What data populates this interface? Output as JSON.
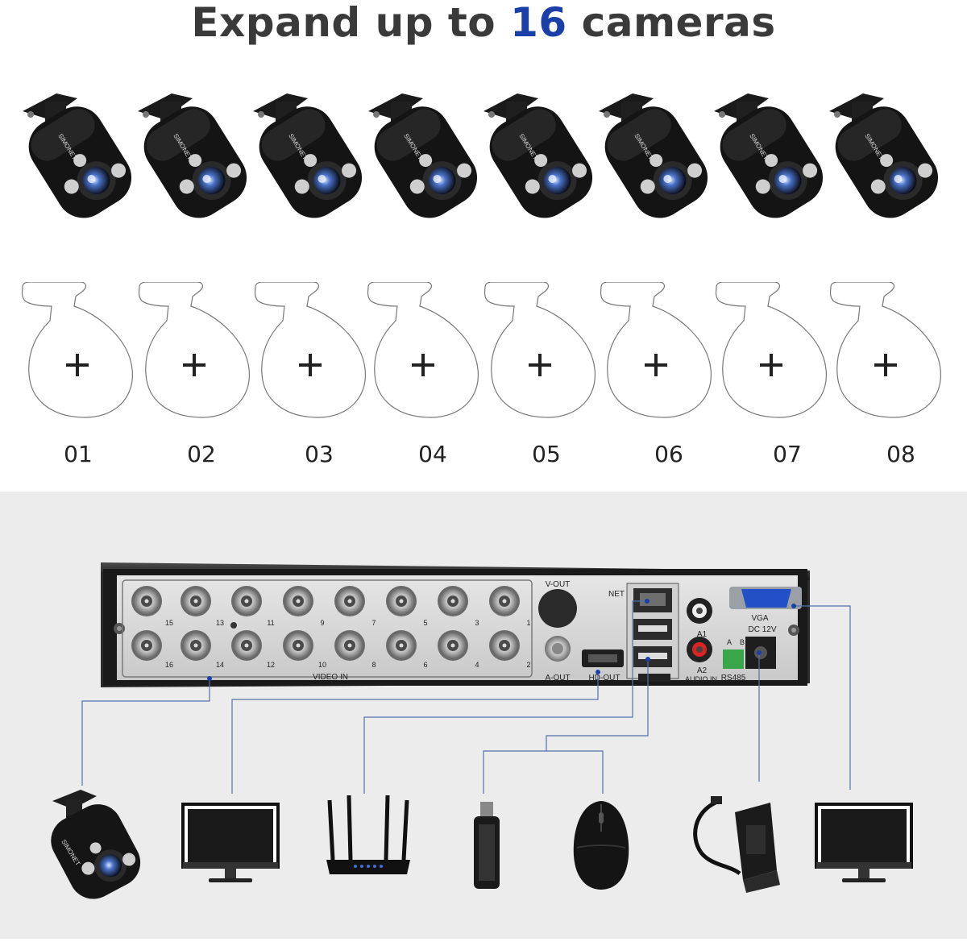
{
  "headline": {
    "prefix": "Expand up to ",
    "count": "16",
    "suffix": " cameras"
  },
  "camera_brand": "SIMONET",
  "slots": [
    "01",
    "02",
    "03",
    "04",
    "05",
    "06",
    "07",
    "08"
  ],
  "dvr": {
    "port_numbers_top": [
      "15",
      "13",
      "11",
      "9",
      "7",
      "5",
      "3",
      "1"
    ],
    "port_numbers_bottom": [
      "16",
      "14",
      "12",
      "10",
      "8",
      "6",
      "4",
      "2"
    ],
    "labels": {
      "video_in": "VIDEO IN",
      "v_out": "V-OUT",
      "a_out": "A-OUT",
      "hd_out": "HD-OUT",
      "net": "NET",
      "vga": "VGA",
      "dc": "DC 12V",
      "a1": "A1",
      "a2": "A2",
      "audio_in": "AUDIO IN",
      "rs485": "RS485",
      "rs_a": "A",
      "rs_b": "B"
    }
  },
  "colors": {
    "headline": "#3a3a3a",
    "accent": "#1b3fa8",
    "panel": "#ececec",
    "connector": "#5570a8"
  }
}
